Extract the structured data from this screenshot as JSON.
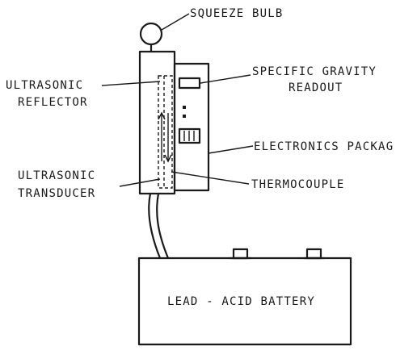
{
  "labels": {
    "squeeze_bulb": "SQUEEZE BULB",
    "specific_gravity_1": "SPECIFIC GRAVITY",
    "specific_gravity_2": "READOUT",
    "ultrasonic_reflector_1": "ULTRASONIC",
    "ultrasonic_reflector_2": "REFLECTOR",
    "electronics_package": "ELECTRONICS PACKAG",
    "ultrasonic_transducer_1": "ULTRASONIC",
    "ultrasonic_transducer_2": "TRANSDUCER",
    "thermocouple": "THERMOCOUPLE",
    "battery": "LEAD - ACID  BATTERY"
  }
}
